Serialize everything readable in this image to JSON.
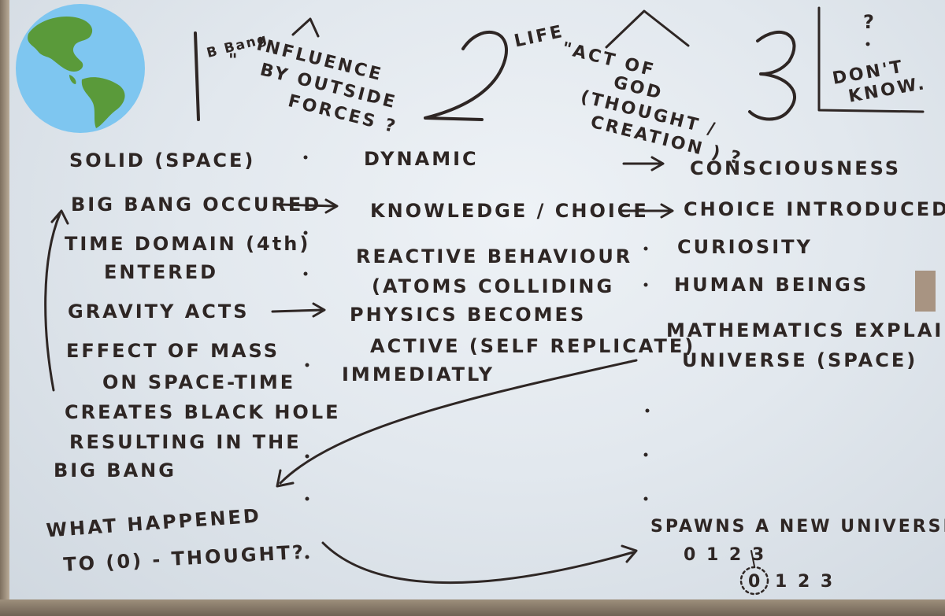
{
  "header": {
    "col1_small": "B Bang",
    "col1_quote": "\"",
    "col1_lines": [
      "INFLUENCE",
      "BY OUTSIDE",
      "FORCES ?"
    ],
    "col2_small": "LIFE",
    "col2_quote": "\"",
    "col2_lines": [
      "ACT OF",
      "GOD",
      "(THOUGHT /",
      "CREATION ) ?"
    ],
    "col3_q": "?",
    "col3_lines": [
      "DON'T",
      "KNOW."
    ]
  },
  "col1": {
    "solid": "SOLID (SPACE)",
    "big_bang": "BIG BANG OCCURED",
    "time_domain": "TIME DOMAIN (4th)",
    "entered": "ENTERED",
    "gravity": "GRAVITY ACTS",
    "effect1": "EFFECT OF MASS",
    "effect2": "ON SPACE-TIME",
    "creates": "CREATES BLACK HOLE",
    "resulting": "RESULTING IN THE",
    "bigbang2": "BIG BANG"
  },
  "col2": {
    "dynamic": "DYNAMIC",
    "knowledge": "KNOWLEDGE / CHOICE",
    "reactive": "REACTIVE BEHAVIOUR",
    "atoms": "(ATOMS COLLIDING",
    "physics": "PHYSICS BECOMES",
    "active": "ACTIVE (SELF REPLICATE)",
    "immediately": "IMMEDIATLY"
  },
  "col3": {
    "consciousness": "CONSCIOUSNESS",
    "choice": "CHOICE INTRODUCED",
    "curiosity": "CURIOSITY",
    "human": "HUMAN BEINGS",
    "math1": "MATHEMATICS EXPLAINS",
    "math2": "UNIVERSE (SPACE)"
  },
  "bottom": {
    "what1": "WHAT HAPPENED",
    "what2": "TO (0) - THOUGHT?",
    "spawns": "SPAWNS A NEW UNIVERSE",
    "seq1": "0 1 2 3",
    "seq2_zero": "0",
    "seq2_rest": "1 2 3"
  },
  "colors": {
    "ink": "#2e2624",
    "board": "#e6ebf0",
    "ocean": "#7ec6f0",
    "land": "#5a9a3a"
  },
  "icons": {
    "badge": "globe-americas-icon"
  }
}
